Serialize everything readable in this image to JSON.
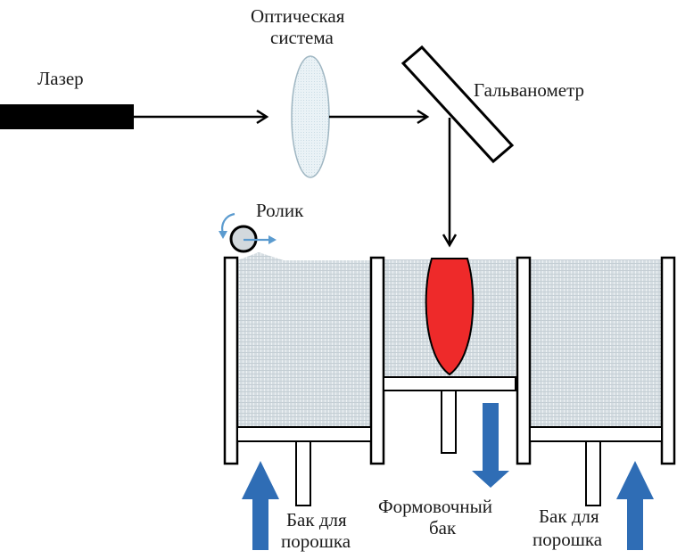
{
  "labels": {
    "laser": "Лазер",
    "optics_line1": "Оптическая",
    "optics_line2": "система",
    "galvanometer": "Гальванометр",
    "roller": "Ролик",
    "left_tank_line1": "Бак для",
    "left_tank_line2": "порошка",
    "build_tank_line1": "Формовочный",
    "build_tank_line2": "бак",
    "right_tank_line1": "Бак для",
    "right_tank_line2": "порошка"
  },
  "colors": {
    "outline": "#000000",
    "powder": "#d3dbe0",
    "melt": "#ee2a2a",
    "arrow_blue": "#2f6db5",
    "roller_arrow": "#5b9bcf",
    "lens": "#e4eef3"
  }
}
